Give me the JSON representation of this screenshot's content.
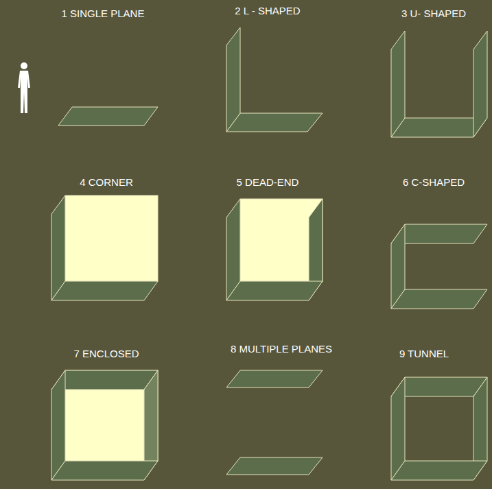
{
  "diagram": {
    "labels": [
      "1 SINGLE PLANE",
      "2 L - SHAPED",
      "3 U- SHAPED",
      "4 CORNER",
      "5 DEAD-END",
      "6 C-SHAPED",
      "7 ENCLOSED",
      "8 MULTIPLE PLANES",
      "9 TUNNEL"
    ]
  }
}
